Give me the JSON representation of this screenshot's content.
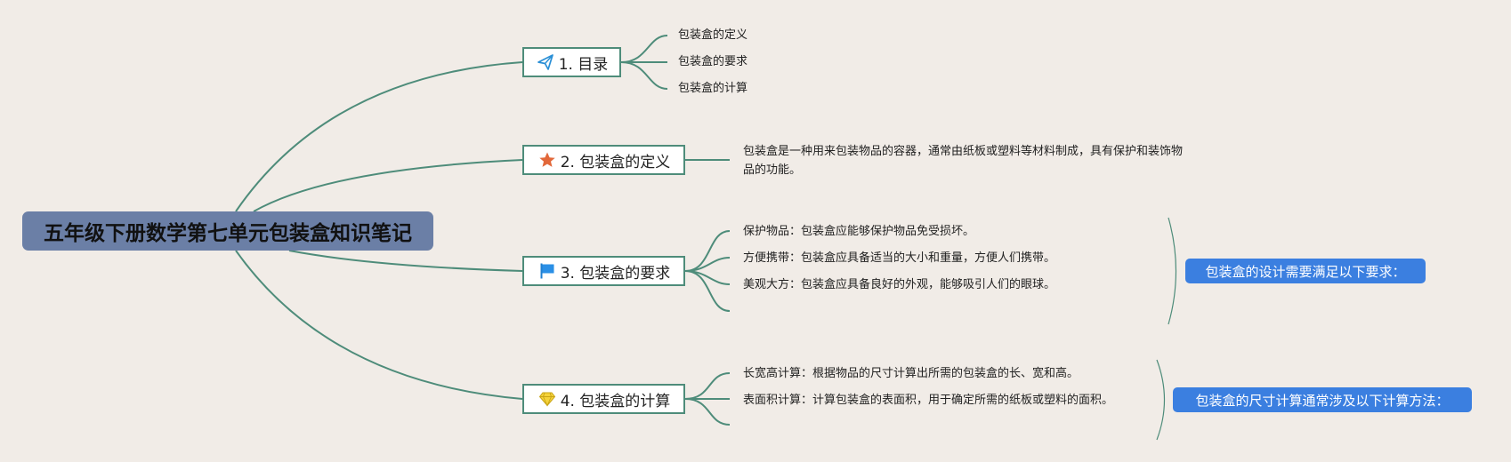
{
  "root": {
    "title": "五年级下册数学第七单元包装盒知识笔记"
  },
  "topics": [
    {
      "label": "1. 目录",
      "icon": "paper-plane-icon",
      "children": [
        "包装盒的定义",
        "包装盒的要求",
        "包装盒的计算"
      ]
    },
    {
      "label": "2. 包装盒的定义",
      "icon": "star-icon",
      "description": "包装盒是一种用来包装物品的容器，通常由纸板或塑料等材料制成，具有保护和装饰物品的功能。"
    },
    {
      "label": "3. 包装盒的要求",
      "icon": "flag-icon",
      "children": [
        "保护物品：包装盒应能够保护物品免受损坏。",
        "方便携带：包装盒应具备适当的大小和重量，方便人们携带。",
        "美观大方：包装盒应具备良好的外观，能够吸引人们的眼球。"
      ],
      "summary": "包装盒的设计需要满足以下要求："
    },
    {
      "label": "4. 包装盒的计算",
      "icon": "gem-icon",
      "children": [
        "长宽高计算：根据物品的尺寸计算出所需的包装盒的长、宽和高。",
        "表面积计算：计算包装盒的表面积，用于确定所需的纸板或塑料的面积。"
      ],
      "summary": "包装盒的尺寸计算通常涉及以下计算方法："
    }
  ],
  "colors": {
    "background": "#f1ece7",
    "root_fill": "#6b7fa6",
    "connector": "#4e8c7a",
    "summary_fill": "#3b7fe0"
  }
}
